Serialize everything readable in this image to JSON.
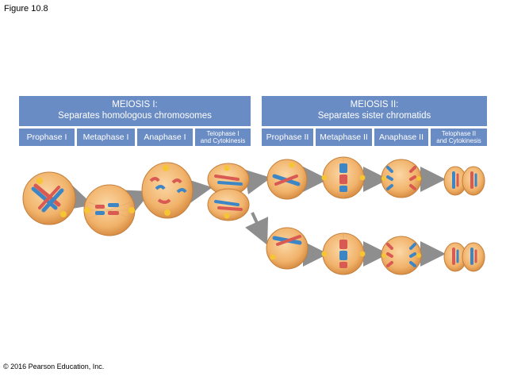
{
  "figure_label": "Figure 10.8",
  "copyright": "© 2016 Pearson Education, Inc.",
  "meiosis1": {
    "title": "MEIOSIS I:",
    "subtitle": "Separates homologous chromosomes",
    "stages": [
      "Prophase I",
      "Metaphase I",
      "Anaphase I"
    ],
    "telophase_line1": "Telophase I",
    "telophase_line2": "and Cytokinesis"
  },
  "meiosis2": {
    "title": "MEIOSIS II:",
    "subtitle": "Separates sister chromatids",
    "stages": [
      "Prophase II",
      "Metaphase II",
      "Anaphase II"
    ],
    "telophase_line1": "Telophase II",
    "telophase_line2": "and Cytokinesis"
  },
  "colors": {
    "banner": "#6a8cc4",
    "cell": "#f1b36b",
    "chromosome_red": "#d95a52",
    "chromosome_blue": "#3d86c6",
    "arrow": "#8e8e8e"
  }
}
